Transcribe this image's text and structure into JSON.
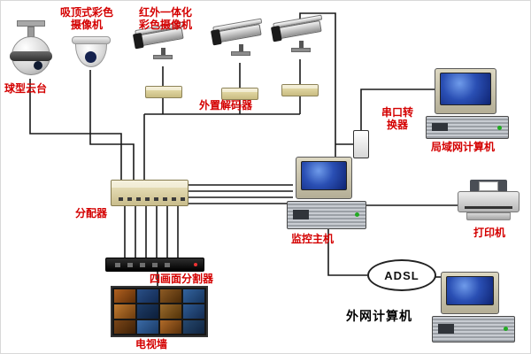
{
  "diagram": {
    "labels": {
      "ptz": "球型云台",
      "ceiling_camera": "吸顶式彩色\n摄像机",
      "ir_camera": "红外一体化\n彩色摄像机",
      "decoder": "外置解码器",
      "serial_converter": "串口转\n换器",
      "lan_computer": "局域网计算机",
      "distributor": "分配器",
      "monitor_host": "监控主机",
      "printer": "打印机",
      "quad_splitter": "四画面分割器",
      "tv_wall": "电视墙",
      "adsl": "ADSL",
      "external_computer": "外网计算机"
    },
    "colors": {
      "label_red": "#d40000",
      "line": "#1a1a1a",
      "device_beige": "#d8cfa0",
      "screen_blue": "#1b3a9e"
    }
  }
}
